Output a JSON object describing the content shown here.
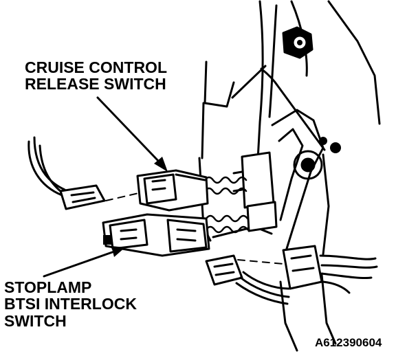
{
  "labels": {
    "cruise_line1": "CRUISE CONTROL",
    "cruise_line2": "RELEASE SWITCH",
    "stop_line1": "STOPLAMP",
    "stop_line2": "BTSI INTERLOCK",
    "stop_line3": "SWITCH",
    "figure_code": "A612390604"
  }
}
